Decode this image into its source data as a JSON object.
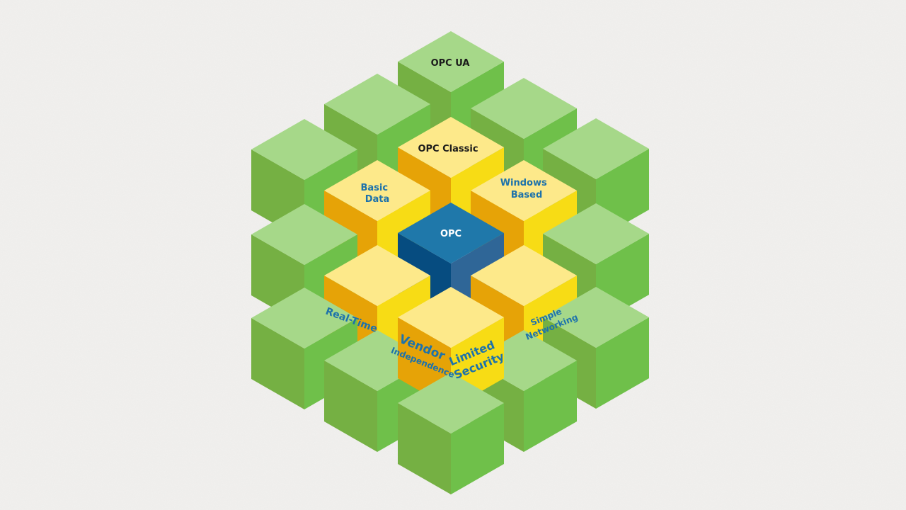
{
  "diagram": {
    "labels": {
      "opc_ua": "OPC UA",
      "opc_classic": "OPC Classic",
      "basic": [
        "Basic",
        "Data"
      ],
      "windows": [
        "Windows",
        "Based"
      ],
      "opc": "OPC",
      "realtime": "Real-Time",
      "vendor": [
        "Vendor",
        "Independence"
      ],
      "security": [
        "Limited",
        "Security"
      ],
      "networking": [
        "Simple",
        "Networking"
      ]
    },
    "colors": {
      "background": "#f2f1ef",
      "green": {
        "top": "#a6d889",
        "left": "#75b043",
        "right": "#6fc04a"
      },
      "yellow": {
        "top": "#fde98a",
        "left": "#e6a307",
        "right": "#f7dc15"
      },
      "blue": {
        "top": "#1f78aa",
        "left": "#064c80",
        "right": "#2f6697"
      },
      "label_dark": "#1b1b1b",
      "label_blue": "#1d72ab",
      "label_white": "#ffffff"
    }
  }
}
